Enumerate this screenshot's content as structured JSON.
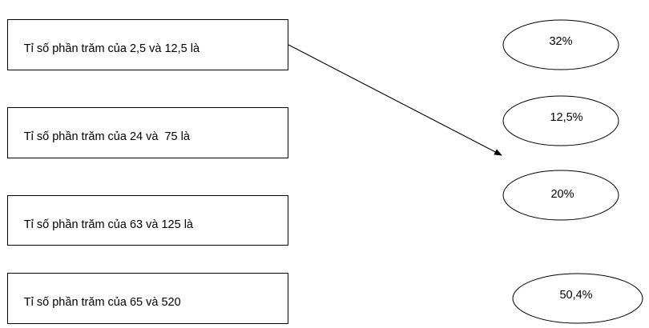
{
  "statements": [
    {
      "text": "Tỉ số phần trăm của 2,5 và 12,5 là"
    },
    {
      "text": "Tỉ số phần trăm của 24 và  75 là"
    },
    {
      "text": "Tỉ số phần trăm của 63 và 125 là"
    },
    {
      "text": "Tỉ số phần trăm của 65 và 520"
    }
  ],
  "answers": [
    {
      "text": "32%"
    },
    {
      "text": "12,5%"
    },
    {
      "text": "20%"
    },
    {
      "text": "50,4%"
    }
  ],
  "colors": {
    "stroke": "#000000",
    "fill": "#ffffff"
  }
}
